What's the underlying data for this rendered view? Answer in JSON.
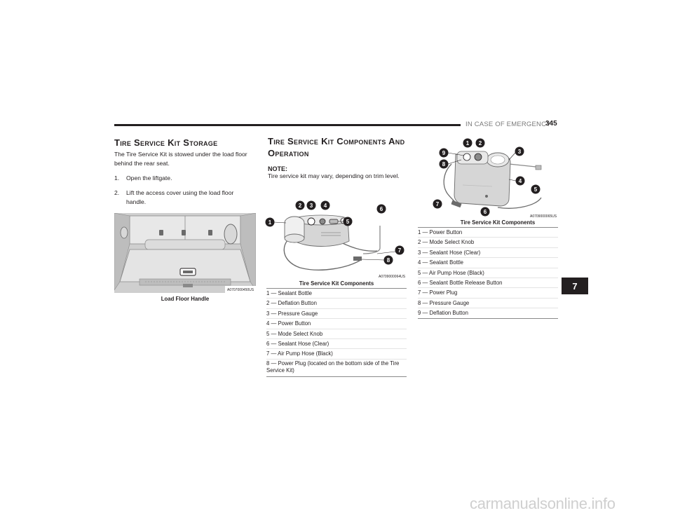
{
  "header": {
    "chapter": "IN CASE OF EMERGENCY",
    "page_number": "345",
    "tab": "7"
  },
  "storage": {
    "title": "Tire Service Kit Storage",
    "intro": "The Tire Service Kit is stowed under the load floor behind the rear seat.",
    "steps": [
      {
        "num": "1.",
        "text": "Open the liftgate."
      },
      {
        "num": "2.",
        "text": "Lift the access cover using the load floor handle."
      }
    ],
    "image_code": "A0707000450US",
    "caption": "Load Floor Handle"
  },
  "components": {
    "title_line1": "Tire Service Kit Components And",
    "title_line2": "Operation",
    "note_label": "NOTE:",
    "note_text": "Tire service kit may vary, depending on trim level.",
    "figure1": {
      "image_code": "A0709000064US",
      "caption": "Tire Service Kit Components",
      "legend": [
        "1 — Sealant Bottle",
        "2 — Deflation Button",
        "3 — Pressure Gauge",
        "4 — Power Button",
        "5 — Mode Select Knob",
        "6 — Sealant Hose (Clear)",
        "7 — Air Pump Hose (Black)",
        "8 — Power Plug (located on the bottom side of the Tire Service Kit)"
      ]
    },
    "figure2": {
      "image_code": "A0709000065US",
      "caption": "Tire Service Kit Components",
      "legend": [
        "1 — Power Button",
        "2 — Mode Select Knob",
        "3 — Sealant Hose (Clear)",
        "4 — Sealant Bottle",
        "5 — Air Pump Hose (Black)",
        "6 — Sealant Bottle Release Button",
        "7 — Power Plug",
        "8 — Pressure Gauge",
        "9 — Deflation Button"
      ]
    }
  },
  "callouts_fig1": [
    "1",
    "2",
    "3",
    "4",
    "5",
    "6",
    "7",
    "8"
  ],
  "callouts_fig2": [
    "1",
    "2",
    "3",
    "4",
    "5",
    "6",
    "7",
    "8",
    "9"
  ],
  "watermark": "carmanualsonline.info"
}
